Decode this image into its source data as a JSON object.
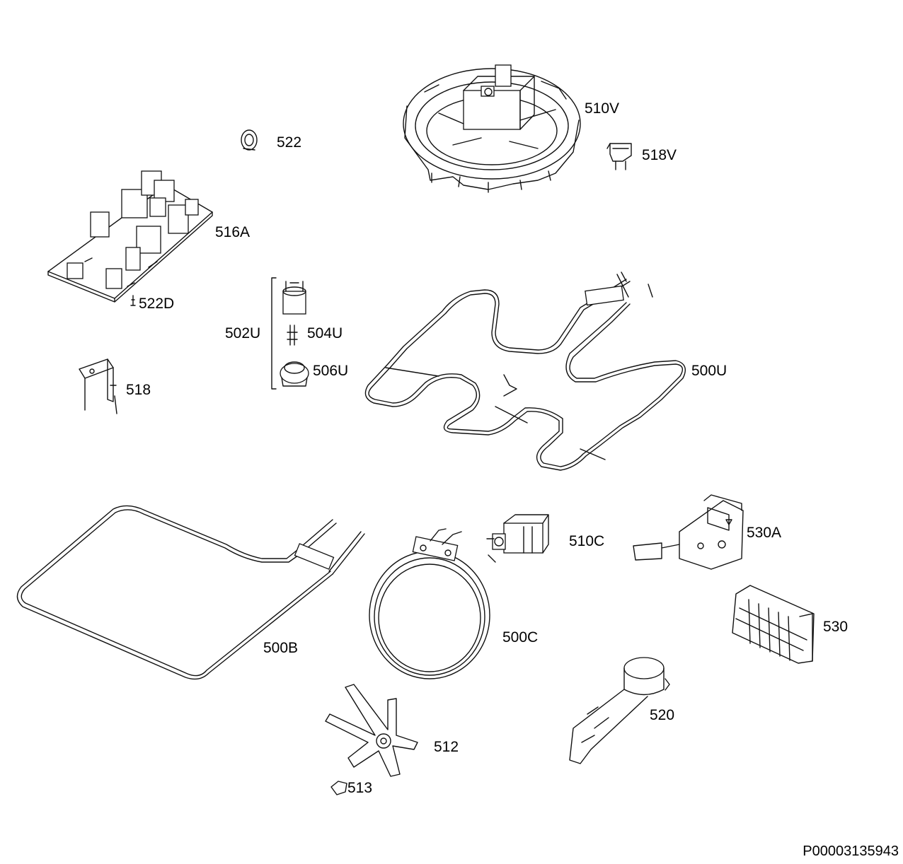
{
  "document_id": "P00003135943",
  "parts": [
    {
      "id": "510V",
      "label": "510V"
    },
    {
      "id": "518V",
      "label": "518V"
    },
    {
      "id": "522",
      "label": "522"
    },
    {
      "id": "516A",
      "label": "516A"
    },
    {
      "id": "522D",
      "label": "522D"
    },
    {
      "id": "502U",
      "label": "502U"
    },
    {
      "id": "504U",
      "label": "504U"
    },
    {
      "id": "506U",
      "label": "506U"
    },
    {
      "id": "518",
      "label": "518"
    },
    {
      "id": "500U",
      "label": "500U"
    },
    {
      "id": "510C",
      "label": "510C"
    },
    {
      "id": "530A",
      "label": "530A"
    },
    {
      "id": "530",
      "label": "530"
    },
    {
      "id": "500B",
      "label": "500B"
    },
    {
      "id": "500C",
      "label": "500C"
    },
    {
      "id": "520",
      "label": "520"
    },
    {
      "id": "512",
      "label": "512"
    },
    {
      "id": "513",
      "label": "513"
    }
  ]
}
